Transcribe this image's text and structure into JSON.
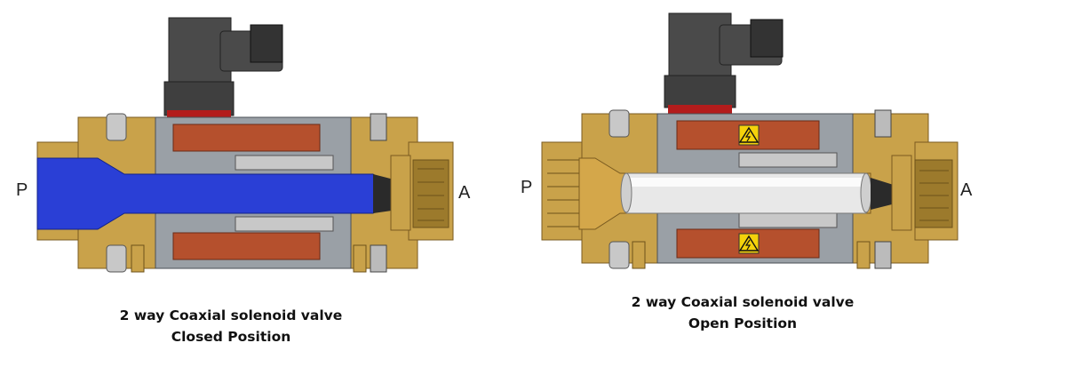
{
  "valves": [
    {
      "state": "closed",
      "inlet_label": "P",
      "outlet_label": "A",
      "title": "2 way Coaxial solenoid valve",
      "position_label": "Closed Position",
      "fluid_color": "#2a3fd6",
      "coil_symbol": "none"
    },
    {
      "state": "open",
      "inlet_label": "P",
      "outlet_label": "A",
      "title": "2 way Coaxial solenoid valve",
      "position_label": "Open Position",
      "fluid_color": "#e8e8e8",
      "coil_symbol": "high-voltage-warning-icon"
    }
  ],
  "colors": {
    "brass": "#c9a24a",
    "brass_dark": "#8a6a25",
    "steel": "#9aa0a6",
    "coil": "#b5502d",
    "connector": "#4a4a4a",
    "warning": "#f4d20b"
  }
}
